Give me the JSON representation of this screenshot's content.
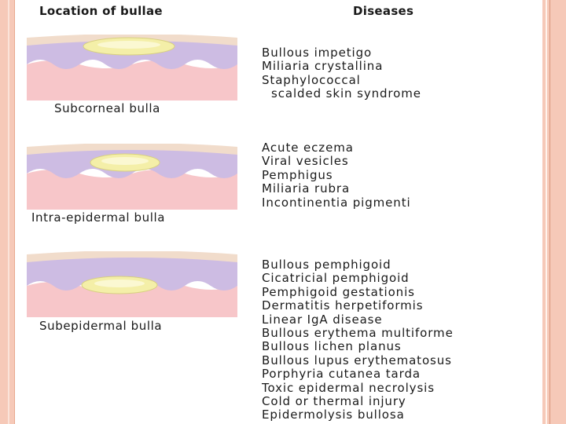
{
  "headers": {
    "location": "Location of bullae",
    "diseases": "Diseases"
  },
  "sections": [
    {
      "label": "Subcorneal bulla",
      "diseases": [
        "Bullous impetigo",
        "Miliaria crystallina",
        "Staphylococcal",
        "scalded skin syndrome"
      ]
    },
    {
      "label": "Intra-epidermal bulla",
      "diseases": [
        "Acute eczema",
        "Viral vesicles",
        "Pemphigus",
        "Miliaria rubra",
        "Incontinentia pigmenti"
      ]
    },
    {
      "label": "Subepidermal bulla",
      "diseases": [
        "Bullous pemphigoid",
        "Cicatricial pemphigoid",
        "Pemphigoid gestationis",
        "Dermatitis herpetiformis",
        "Linear IgA disease",
        "Bullous erythema multiforme",
        "Bullous lichen planus",
        "Bullous lupus erythematosus",
        "Porphyria cutanea tarda",
        "Toxic epidermal necrolysis",
        "Cold or thermal injury",
        "Epidermolysis bullosa"
      ]
    }
  ],
  "colors": {
    "stratum_corneum": "#f1dccb",
    "epidermis": "#cdbce3",
    "dermis": "#f7c6c9",
    "bulla_fill": "#f4efa8",
    "frame": "#f6c9b8"
  }
}
